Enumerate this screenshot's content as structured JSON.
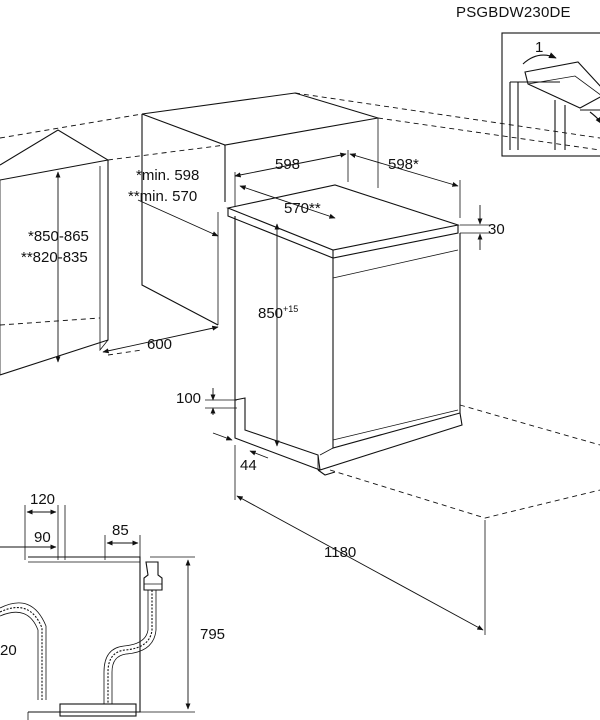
{
  "model_code": "PSGBDW230DE",
  "inset": {
    "step_label": "1"
  },
  "dimensions": {
    "niche_height": "*850-865",
    "niche_height_alt": "**820-835",
    "niche_width_min": "*min. 598",
    "niche_width_min_alt": "**min. 570",
    "niche_depth": "600",
    "appliance_width": "598",
    "appliance_depth": "598*",
    "worktop_depth": "570**",
    "worktop_thickness": "30",
    "appliance_height": "850",
    "appliance_height_tol": "+15",
    "plinth_height": "100",
    "plinth_depth": "44",
    "door_clearance": "1180"
  },
  "hoses": {
    "inlet_offset_outer": "120",
    "inlet_offset_inner": "90",
    "drain_offset": "85",
    "max_height": "795",
    "left_partial": "20"
  }
}
